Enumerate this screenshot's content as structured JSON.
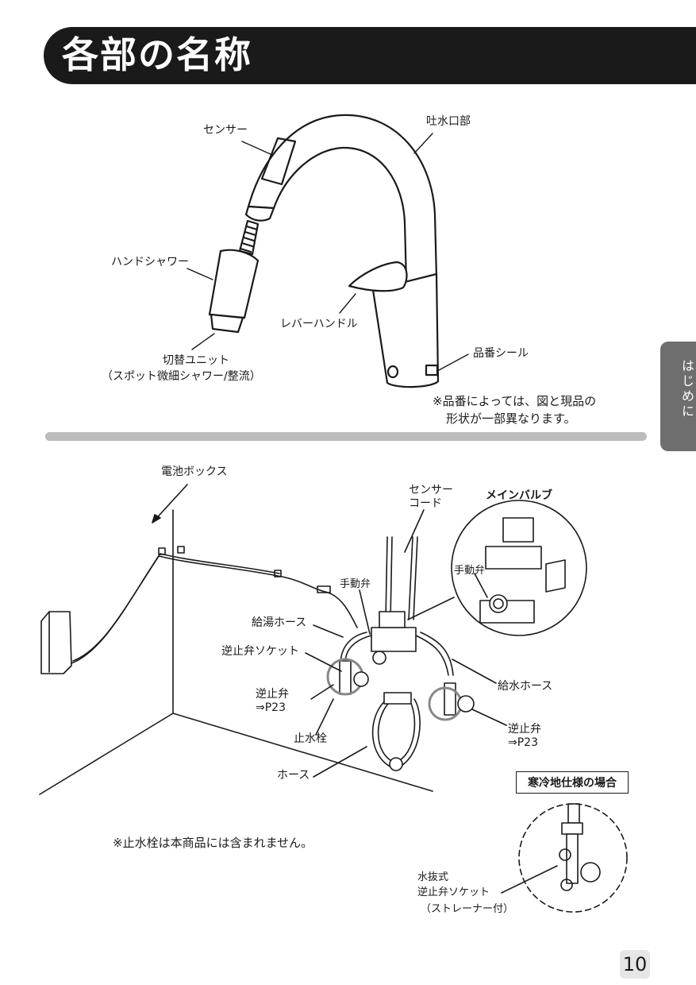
{
  "header": {
    "title": "各部の名称"
  },
  "side_tab": {
    "label": "はじめに"
  },
  "faucet_labels": {
    "sensor": "センサー",
    "spout": "吐水口部",
    "hand_shower": "ハンドシャワー",
    "lever_handle": "レバーハンドル",
    "switch_unit": "切替ユニット",
    "switch_unit_sub": "（スポット微細シャワー/整流）",
    "part_no_seal": "品番シール"
  },
  "faucet_note": {
    "line1": "※品番によっては、図と現品の",
    "line2": "形状が一部異なります。"
  },
  "install_labels": {
    "battery_box": "電池ボックス",
    "sensor_cord_1": "センサー",
    "sensor_cord_2": "コード",
    "main_valve": "メインバルブ",
    "manual_valve_inset": "手動弁",
    "manual_valve": "手動弁",
    "hot_hose": "給湯ホース",
    "check_socket": "逆止弁ソケット",
    "check_valve_left_1": "逆止弁",
    "check_valve_left_2": "⇒P23",
    "supply_hose": "給水ホース",
    "stop_cock": "止水栓",
    "check_valve_right_1": "逆止弁",
    "check_valve_right_2": "⇒P23",
    "hose": "ホース"
  },
  "install_note": "※止水栓は本商品には含まれません。",
  "cold_region": {
    "title": "寒冷地仕様の場合",
    "label1": "水抜式",
    "label2": "逆止弁ソケット",
    "label3": "（ストレーナー付）"
  },
  "page_number": "10"
}
